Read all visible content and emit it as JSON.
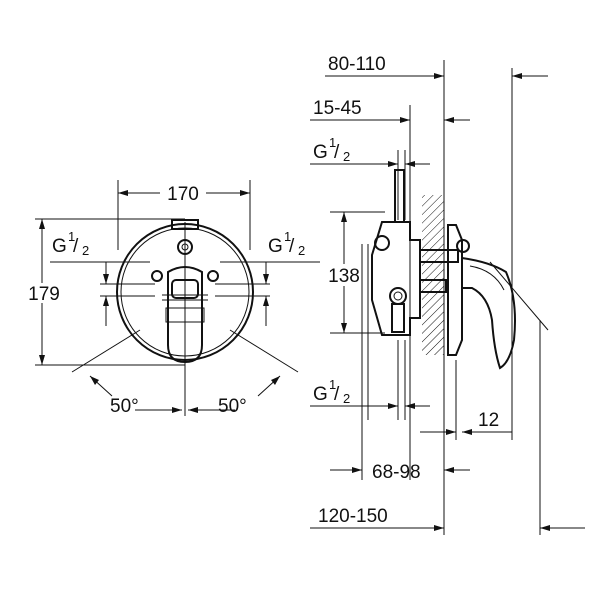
{
  "front": {
    "width": "170",
    "height": "179",
    "port_left": {
      "g": "G",
      "sup": "1",
      "den": "2"
    },
    "port_right": {
      "g": "G",
      "sup": "1",
      "den": "2"
    },
    "angle_left": "50°",
    "angle_right": "50°"
  },
  "side": {
    "d_80_110": "80-110",
    "d_15_45": "15-45",
    "port_top": {
      "g": "G",
      "sup": "1",
      "den": "2"
    },
    "d_138": "138",
    "port_bottom": {
      "g": "G",
      "sup": "1",
      "den": "2"
    },
    "d_12": "12",
    "d_68_98": "68-98",
    "d_120_150": "120-150"
  }
}
